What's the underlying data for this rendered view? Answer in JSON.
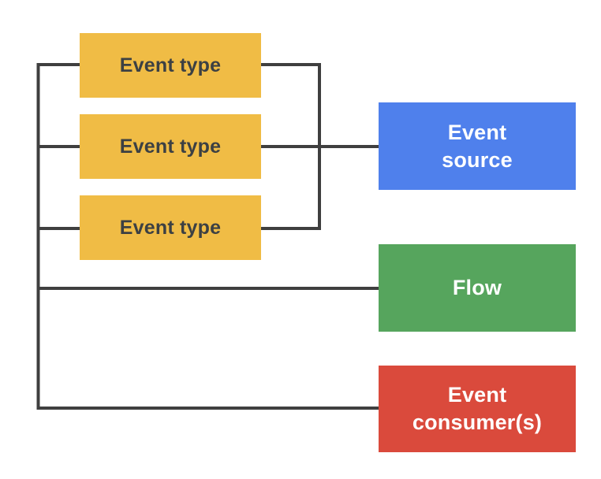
{
  "diagram": {
    "background_color": "#FFFFFF",
    "connector_color": "#3F3F3F",
    "nodes": {
      "event_type_1": {
        "label": "Event type",
        "fill": "#F0BC45",
        "text_color": "#3C4043"
      },
      "event_type_2": {
        "label": "Event type",
        "fill": "#F0BC45",
        "text_color": "#3C4043"
      },
      "event_type_3": {
        "label": "Event type",
        "fill": "#F0BC45",
        "text_color": "#3C4043"
      },
      "event_source": {
        "label": "Event\nsource",
        "fill": "#4F80EC",
        "text_color": "#FFFFFF"
      },
      "flow": {
        "label": "Flow",
        "fill": "#56A55D",
        "text_color": "#FFFFFF"
      },
      "event_consumers": {
        "label": "Event\nconsumer(s)",
        "fill": "#DA4A3C",
        "text_color": "#FFFFFF"
      }
    }
  }
}
